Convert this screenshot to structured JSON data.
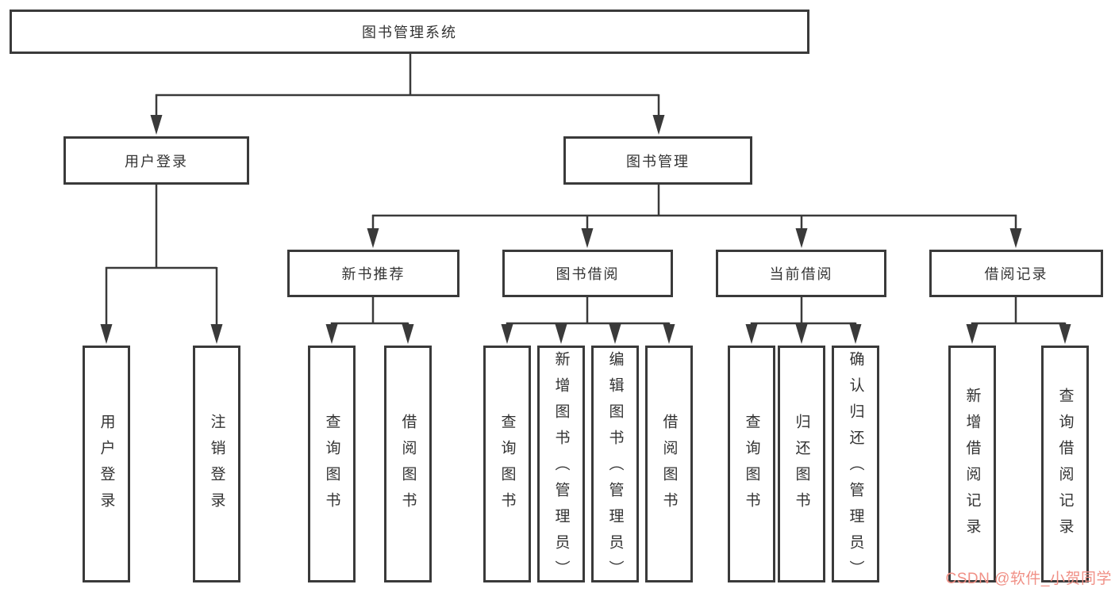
{
  "tree": {
    "label": "图书管理系统",
    "children": [
      {
        "label": "用户登录",
        "children": [
          {
            "label": "用户登录"
          },
          {
            "label": "注销登录"
          }
        ]
      },
      {
        "label": "图书管理",
        "children": [
          {
            "label": "新书推荐",
            "children": [
              {
                "label": "查询图书"
              },
              {
                "label": "借阅图书"
              }
            ]
          },
          {
            "label": "图书借阅",
            "children": [
              {
                "label": "查询图书"
              },
              {
                "label": "新增图书（管理员）"
              },
              {
                "label": "编辑图书（管理员）"
              },
              {
                "label": "借阅图书"
              }
            ]
          },
          {
            "label": "当前借阅",
            "children": [
              {
                "label": "查询图书"
              },
              {
                "label": "归还图书"
              },
              {
                "label": "确认归还（管理员）"
              }
            ]
          },
          {
            "label": "借阅记录",
            "children": [
              {
                "label": "新增借阅记录"
              },
              {
                "label": "查询借阅记录"
              }
            ]
          }
        ]
      }
    ]
  },
  "watermark": {
    "text": "CSDN @软件_小贺同学"
  },
  "colors": {
    "line": "#3a3a3a",
    "text": "#333333",
    "bg": "#ffffff",
    "watermark": "#f09086"
  }
}
